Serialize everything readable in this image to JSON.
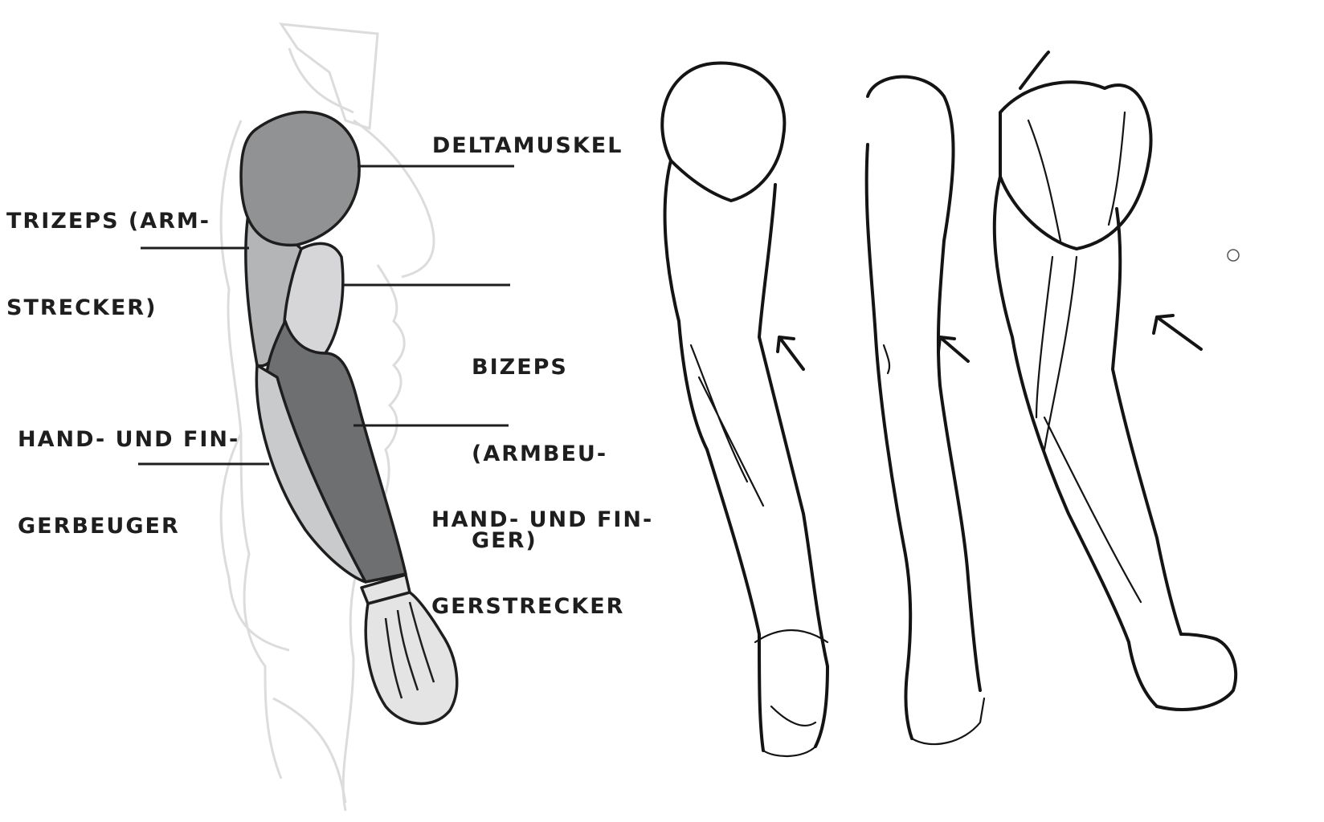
{
  "diagram": {
    "type": "anatomy-illustration",
    "subject": "Armmuskulatur",
    "labels": {
      "deltamuskel": "DELTAMUSKEL",
      "trizeps_l1": "TRIZEPS (ARM-",
      "trizeps_l2": "STRECKER)",
      "bizeps_l1": "BIZEPS",
      "bizeps_l2": "(ARMBEU-",
      "bizeps_l3": "GER)",
      "beuger_l1": "HAND- UND FIN-",
      "beuger_l2": "GERBEUGER",
      "strecker_l1": "HAND- UND FIN-",
      "strecker_l2": "GERSTRECKER"
    },
    "colors": {
      "deltoid": "#909294",
      "triceps": "#b4b5b7",
      "biceps": "#d6d6d8",
      "extensors": "#6e6f71",
      "flexors": "#c9cacb",
      "hand": "#e4e4e4",
      "torso_outline": "#dcdcdc",
      "ink": "#1e1e1e"
    },
    "sketches": [
      "arm-front-view-sketch",
      "arm-side-view-sketch",
      "arm-flexed-muscular-sketch"
    ]
  }
}
